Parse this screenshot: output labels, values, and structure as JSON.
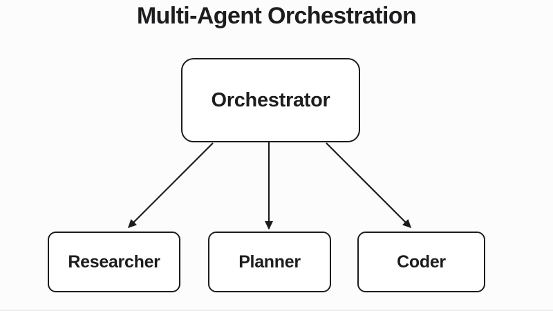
{
  "diagram": {
    "title": "Multi-Agent Orchestration",
    "nodes": {
      "orchestrator": {
        "label": "Orchestrator",
        "role": "root"
      },
      "researcher": {
        "label": "Researcher",
        "role": "child"
      },
      "planner": {
        "label": "Planner",
        "role": "child"
      },
      "coder": {
        "label": "Coder",
        "role": "child"
      }
    },
    "edges": [
      {
        "from": "Orchestrator",
        "to": "Researcher",
        "style": "arrow"
      },
      {
        "from": "Orchestrator",
        "to": "Planner",
        "style": "arrow"
      },
      {
        "from": "Orchestrator",
        "to": "Coder",
        "style": "arrow"
      }
    ],
    "colors": {
      "background": "#fcfcfc",
      "node_fill": "#ffffff",
      "stroke": "#1c1c1e",
      "text": "#1d1d1f"
    }
  }
}
